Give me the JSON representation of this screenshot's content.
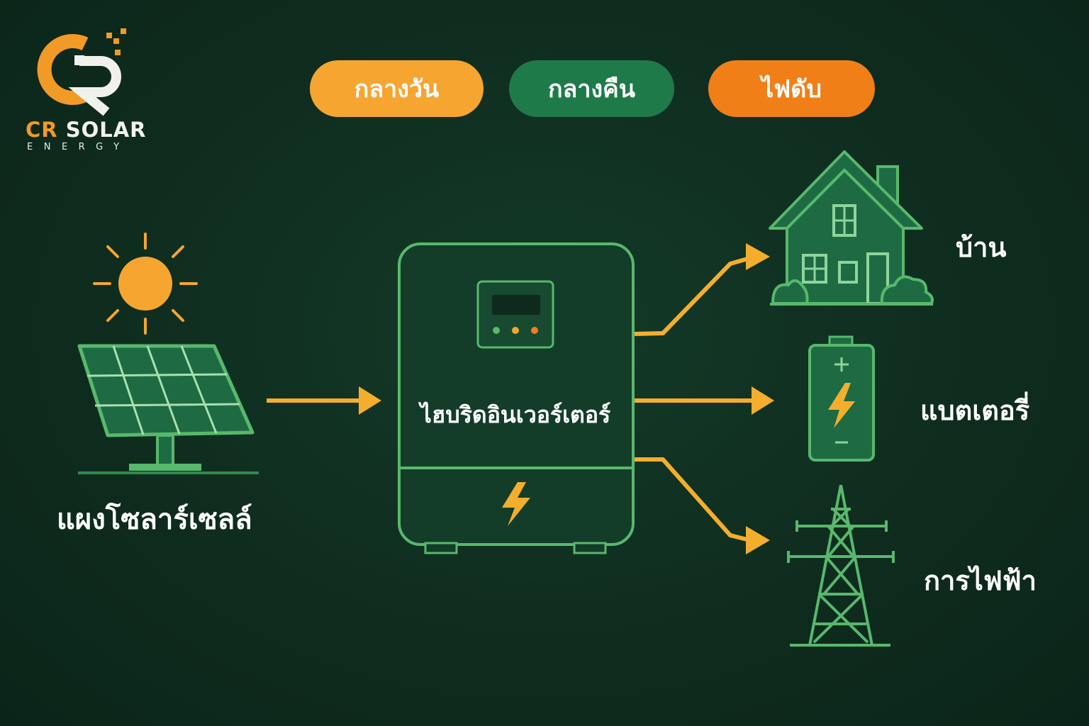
{
  "brand": {
    "name_part1": "CR",
    "name_part2": " SOLAR",
    "tagline": "ENERGY",
    "primary_color": "#f29a26",
    "secondary_color": "#f1f1ec"
  },
  "modes": [
    {
      "label": "กลางวัน",
      "color": "#f6a531"
    },
    {
      "label": "กลางคืน",
      "color": "#1f7a4a"
    },
    {
      "label": "ไฟดับ",
      "color": "#f07f18"
    }
  ],
  "source": {
    "label": "แผงโซลาร์เซลล์",
    "icon": "solar-panel-icon"
  },
  "inverter": {
    "label": "ไฮบริดอินเวอร์เตอร์",
    "icon": "inverter-icon"
  },
  "destinations": [
    {
      "label": "บ้าน",
      "icon": "house-icon"
    },
    {
      "label": "แบตเตอรี่",
      "icon": "battery-icon"
    },
    {
      "label": "การไฟฟ้า",
      "icon": "power-tower-icon"
    }
  ],
  "colors": {
    "background": "#0f2d1f",
    "outline_green": "#58b86c",
    "fill_green": "#1e6b43",
    "flow_arrow": "#f4ae2e",
    "sun": "#f6a531"
  }
}
